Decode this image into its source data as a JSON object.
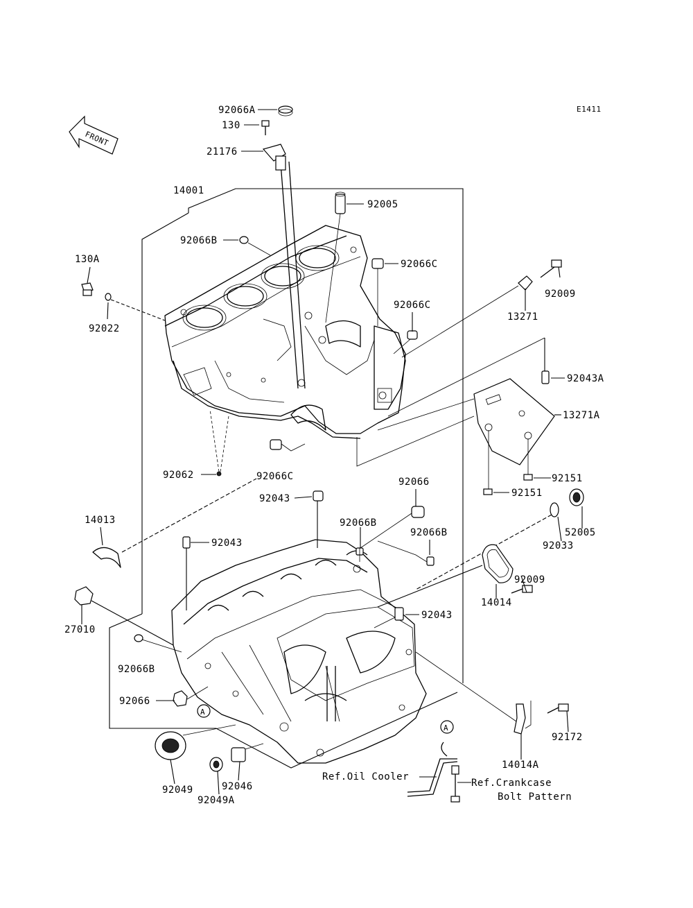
{
  "diagram": {
    "code": "E1411",
    "front_label": "FRONT",
    "callout_a": "A",
    "labels": {
      "p92066A": "92066A",
      "p130": "130",
      "p21176": "21176",
      "p14001": "14001",
      "p92005": "92005",
      "p92066B_top": "92066B",
      "p92066C_top": "92066C",
      "p130A": "130A",
      "p92022": "92022",
      "p92066C_mid": "92066C",
      "p92009_top": "92009",
      "p13271": "13271",
      "p92043A": "92043A",
      "p13271A": "13271A",
      "p92151_a": "92151",
      "p92151_b": "92151",
      "p92062": "92062",
      "p92066C_low": "92066C",
      "p92043_top": "92043",
      "p92066": "92066",
      "p52005": "52005",
      "p14013": "14013",
      "p92043_mid": "92043",
      "p92066B_mid": "92066B",
      "p92066B_right": "92066B",
      "p92033": "92033",
      "p92009_low": "92009",
      "p14014": "14014",
      "p27010": "27010",
      "p92043_low": "92043",
      "p92066B_left": "92066B",
      "p92066_left": "92066",
      "p92172": "92172",
      "p14014A": "14014A",
      "ref_oil_cooler": "Ref.Oil Cooler",
      "ref_crankcase_1": "Ref.Crankcase",
      "ref_crankcase_2": "Bolt Pattern",
      "p92049": "92049",
      "p92046": "92046",
      "p92049A": "92049A"
    }
  }
}
